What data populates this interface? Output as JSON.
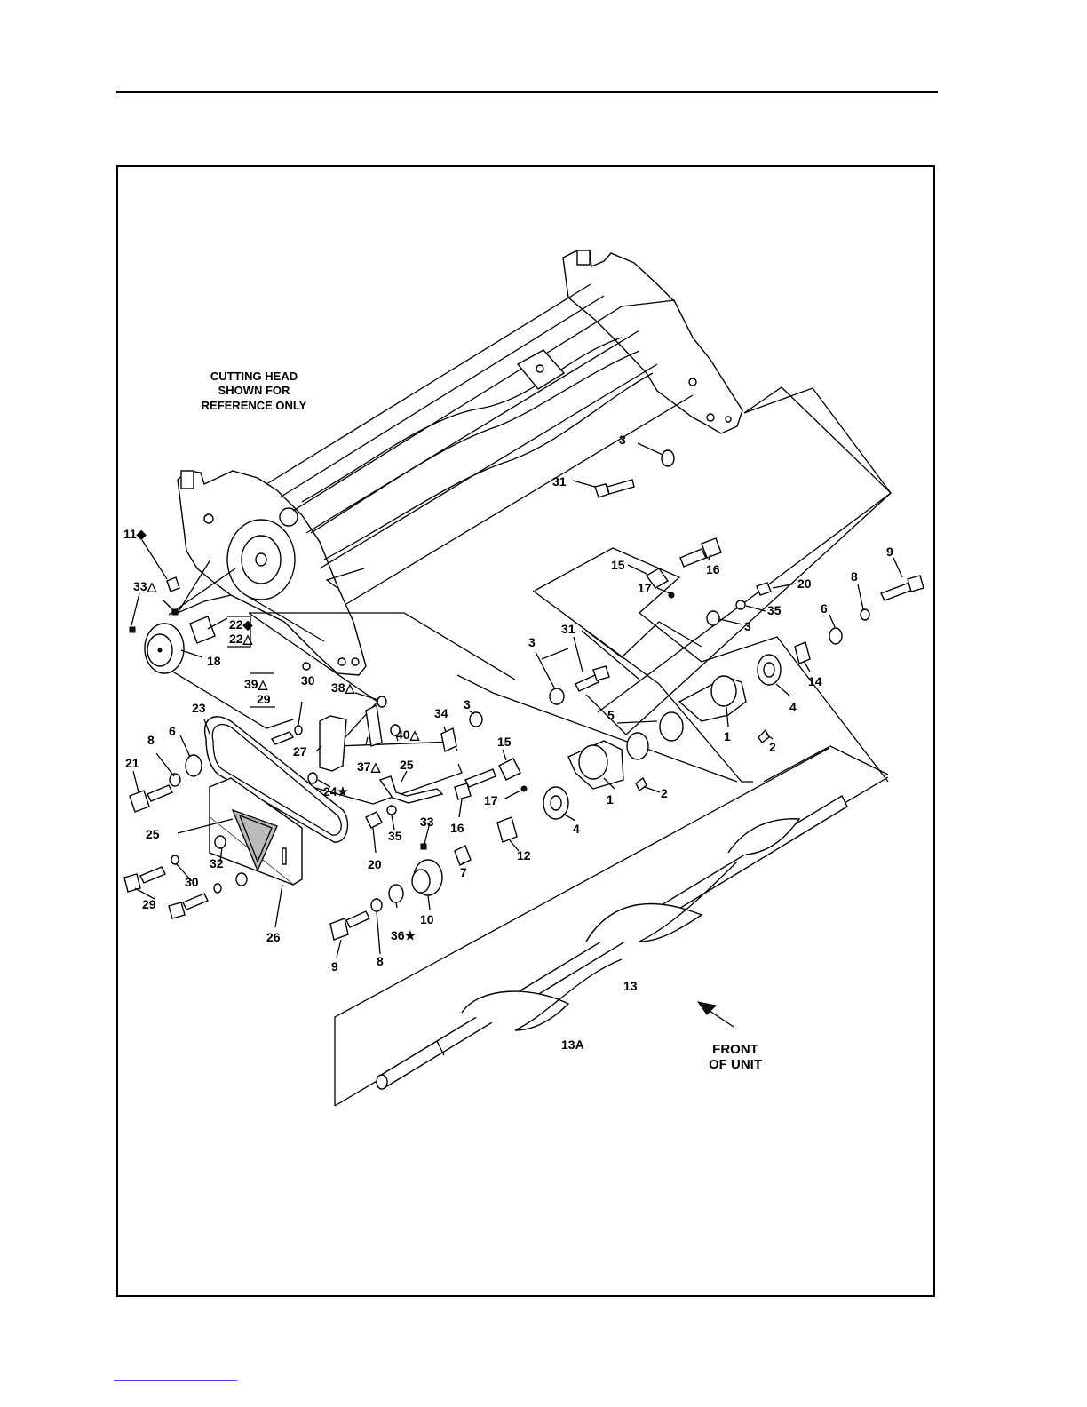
{
  "notes": {
    "cutting_head": [
      "CUTTING HEAD",
      "SHOWN FOR",
      "REFERENCE ONLY"
    ],
    "front": [
      "FRONT",
      "OF UNIT"
    ]
  },
  "callouts": {
    "c1a": "1",
    "c1b": "1",
    "c2a": "2",
    "c2b": "2",
    "c3a": "3",
    "c3b": "3",
    "c3c": "3",
    "c3d": "3",
    "c4a": "4",
    "c4b": "4",
    "c5": "5",
    "c6a": "6",
    "c6b": "6",
    "c7": "7",
    "c8a": "8",
    "c8b": "8",
    "c8c": "8",
    "c9a": "9",
    "c9b": "9",
    "c10": "10",
    "c11": "11◆",
    "c12": "12",
    "c13": "13",
    "c13a": "13A",
    "c14": "14",
    "c15a": "15",
    "c15b": "15",
    "c16a": "16",
    "c16b": "16",
    "c17a": "17",
    "c17b": "17",
    "c18": "18",
    "c20a": "20",
    "c20b": "20",
    "c21": "21",
    "c22a": "22◆",
    "c22b": "22△",
    "c23": "23",
    "c24": "24★",
    "c25a": "25",
    "c25b": "25",
    "c26": "26",
    "c27": "27",
    "c29a": "29",
    "c29b": "29",
    "c30a": "30",
    "c30b": "30",
    "c31a": "31",
    "c31b": "31",
    "c32": "32",
    "c33a": "33△",
    "c33b": "33",
    "c34": "34",
    "c35a": "35",
    "c35b": "35",
    "c36": "36★",
    "c37": "37△",
    "c38": "38△",
    "c39": "39△",
    "c40": "40△"
  }
}
